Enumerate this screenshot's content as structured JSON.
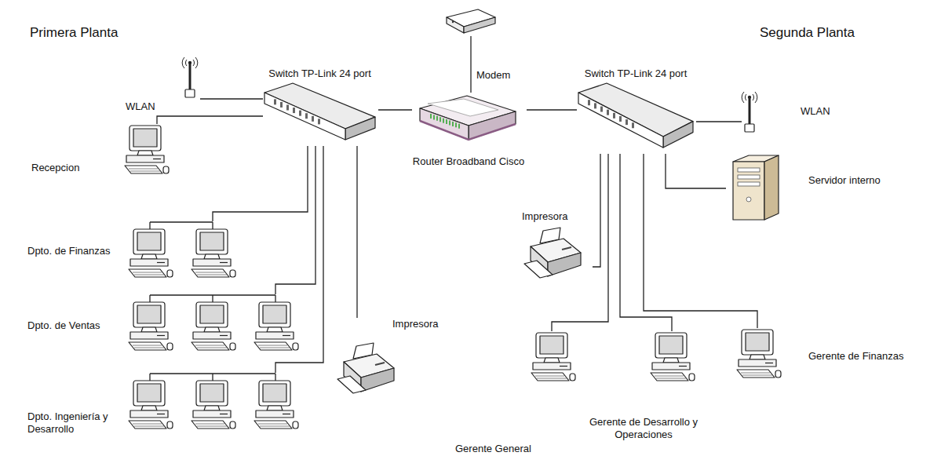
{
  "diagram": {
    "nodes": [
      {
        "text": [
          "Switch TP-Link 24 port"
        ]
      },
      {
        "text": [
          "Router Broadband Cisco"
        ]
      },
      {
        "text": [
          "Modem"
        ]
      },
      {
        "text": [
          "Switch TP-Link 24 port"
        ]
      },
      {
        "text": [
          "WLAN"
        ]
      },
      {
        "text": [
          "Recepcion"
        ]
      },
      {
        "text": [
          "Dpto. de Finanzas"
        ]
      },
      {
        "text": [
          "Dpto. de Ventas"
        ]
      },
      {
        "text": [
          "Dpto. Ingeniería y Desarrollo"
        ]
      },
      {
        "text": [
          "Impresora"
        ]
      },
      {
        "text": [
          "WLAN"
        ]
      },
      {
        "text": [
          "Servidor interno"
        ]
      },
      {
        "text": [
          "Impresora"
        ]
      },
      {
        "text": [
          "Gerente General"
        ]
      },
      {
        "text": [
          "Gerente de Desarrollo y Operaciones"
        ]
      },
      {
        "text": [
          "Gerente de Finanzas"
        ]
      }
    ],
    "edges": [
      {
        "from": 0,
        "to": 1,
        "arrow": "none"
      },
      {
        "from": 2,
        "to": 1,
        "arrow": "none"
      },
      {
        "from": 1,
        "to": 3,
        "arrow": "none"
      },
      {
        "from": 0,
        "to": 4,
        "arrow": "none"
      },
      {
        "from": 0,
        "to": 5,
        "arrow": "none"
      },
      {
        "from": 0,
        "to": 6,
        "arrow": "none"
      },
      {
        "from": 0,
        "to": 7,
        "arrow": "none"
      },
      {
        "from": 0,
        "to": 8,
        "arrow": "none"
      },
      {
        "from": 0,
        "to": 9,
        "arrow": "none"
      },
      {
        "from": 3,
        "to": 10,
        "arrow": "none"
      },
      {
        "from": 3,
        "to": 11,
        "arrow": "none"
      },
      {
        "from": 3,
        "to": 12,
        "arrow": "none"
      },
      {
        "from": 3,
        "to": 13,
        "arrow": "none"
      },
      {
        "from": 3,
        "to": 14,
        "arrow": "none"
      },
      {
        "from": 3,
        "to": 15,
        "arrow": "none"
      }
    ],
    "labels": [
      "Primera Planta",
      "Segunda Planta"
    ]
  }
}
